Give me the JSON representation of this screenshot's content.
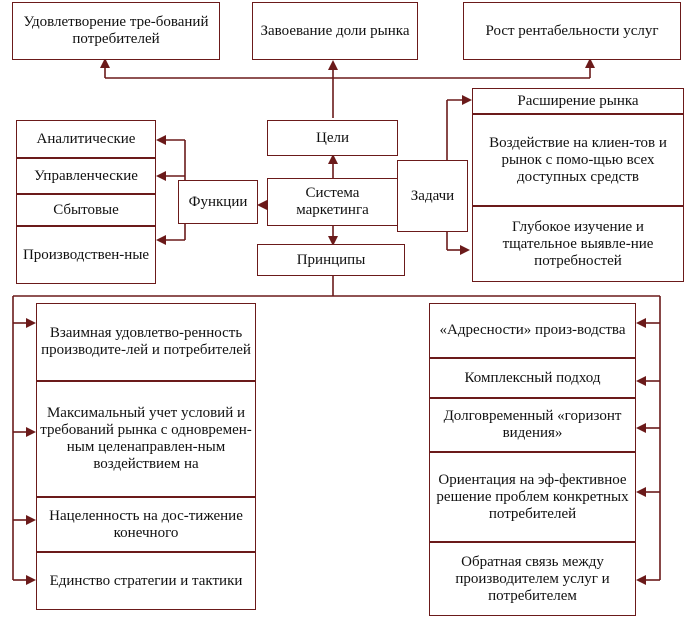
{
  "center": "Система маркетинга",
  "goals_box": "Цели",
  "functions_box": "Функции",
  "tasks_box": "Задачи",
  "principles_box": "Принципы",
  "goals": [
    "Удовлетворение тре-бований потребителей",
    "Завоевание доли рынка",
    "Рост рентабельности услуг"
  ],
  "functions": [
    "Аналитические",
    "Управленческие",
    "Сбытовые",
    "Производствен-ные"
  ],
  "tasks": [
    "Расширение рынка",
    "Воздействие на клиен-тов и рынок с помо-щью всех доступных средств",
    "Глубокое изучение и тщательное выявле-ние потребностей"
  ],
  "principles_left": [
    "Взаимная удовлетво-ренность производите-лей и потребителей",
    "Максимальный учет условий и требований рынка с одновремен-ным целенаправлен-ным воздействием на",
    "Нацеленность на дос-тижение конечного",
    "Единство стратегии и тактики"
  ],
  "principles_right": [
    "«Адресности» произ-водства",
    "Комплексный подход",
    "Долговременный «горизонт видения»",
    "Ориентация на эф-фективное решение проблем конкретных потребителей",
    "Обратная связь между производителем услуг и потребителем"
  ]
}
